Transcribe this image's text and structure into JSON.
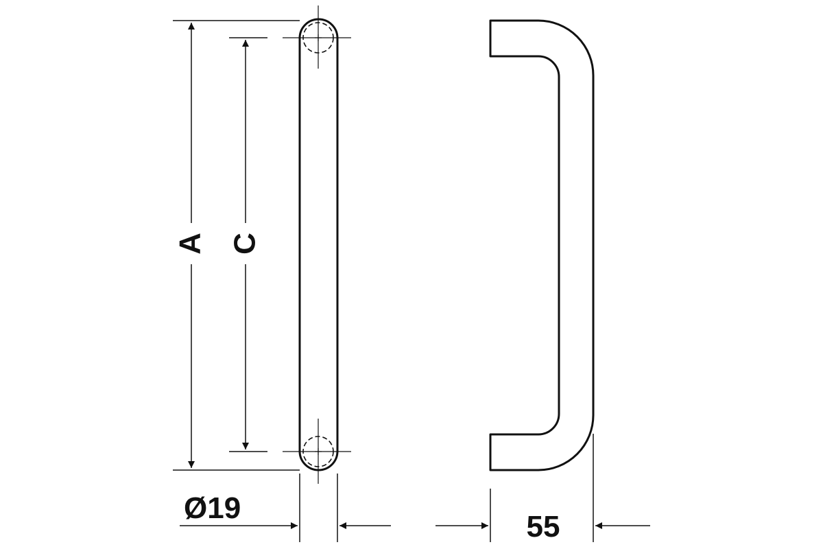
{
  "drawing": {
    "labels": {
      "overall_length": "A",
      "hole_centres": "C",
      "diameter": "Ø19",
      "projection": "55"
    },
    "colors": {
      "line": "#111111",
      "background": "#ffffff"
    }
  }
}
